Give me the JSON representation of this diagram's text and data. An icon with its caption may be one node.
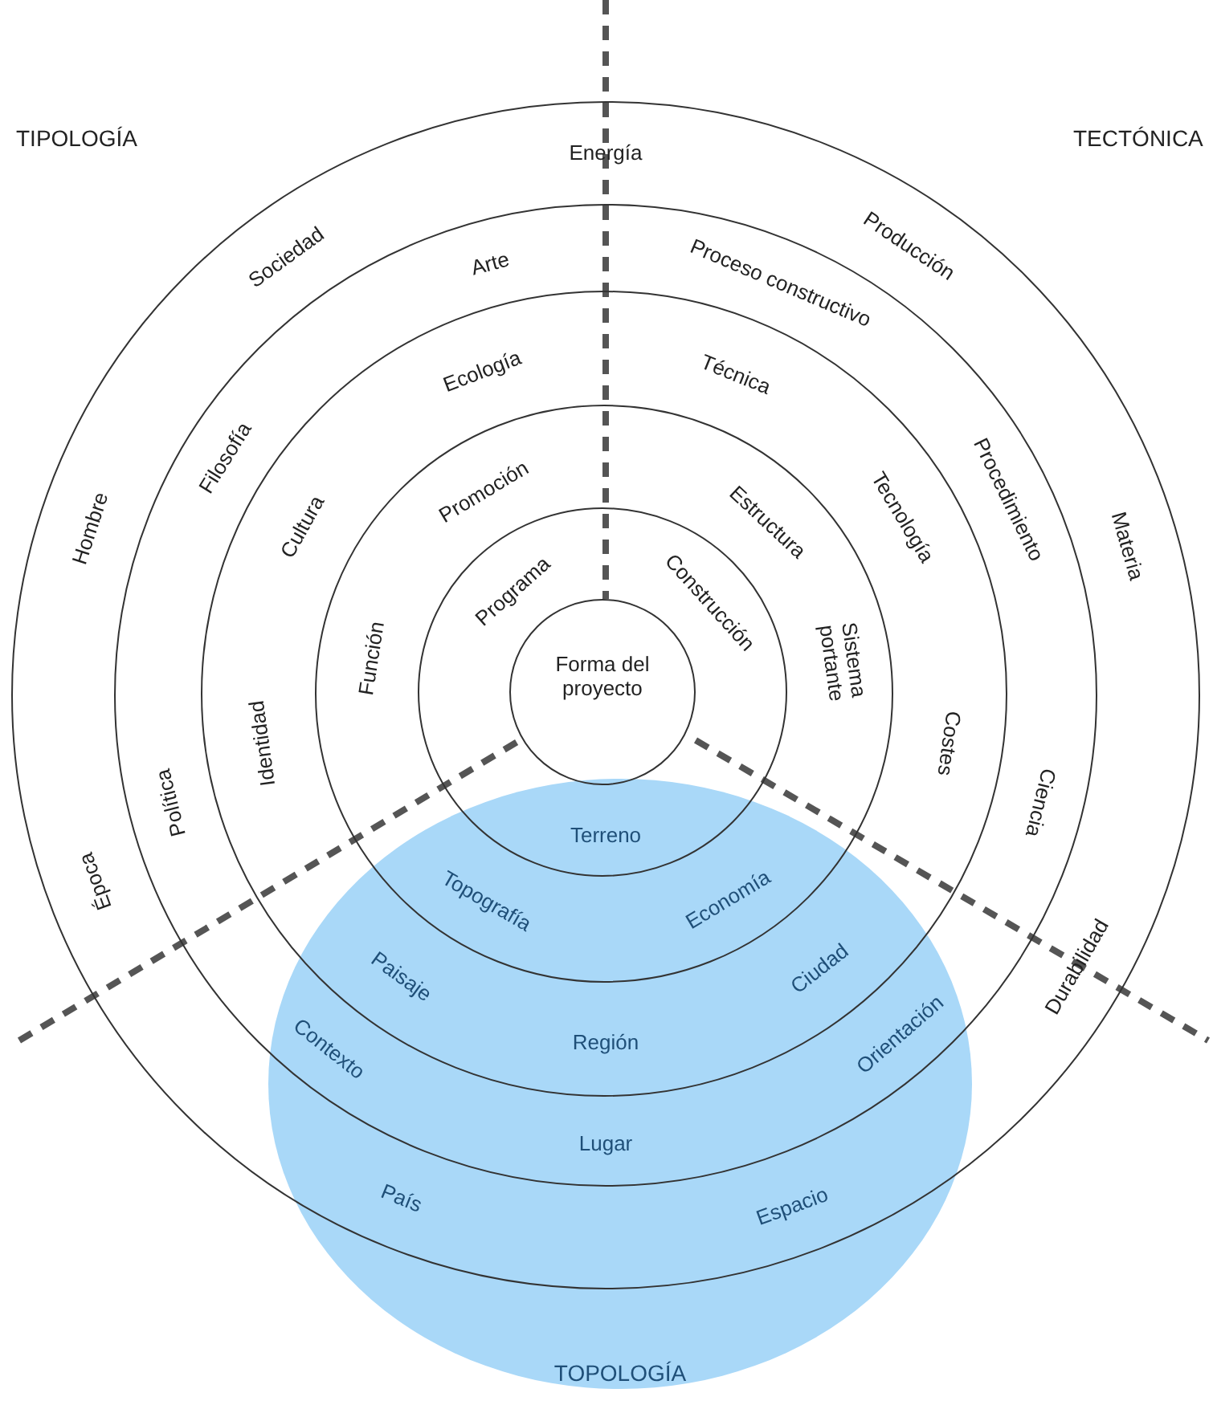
{
  "diagram": {
    "nodes": [
      {
        "text": [],
        "shape": "circle"
      },
      {
        "text": [],
        "shape": "circle",
        "in": 0
      },
      {
        "text": [],
        "shape": "circle",
        "in": 1
      },
      {
        "text": [],
        "shape": "circle",
        "in": 2
      },
      {
        "text": [],
        "shape": "circle",
        "in": 3
      },
      {
        "text": [
          "Forma del proyecto"
        ],
        "in": 4
      },
      {
        "text": [
          "TOPOLOGÍA"
        ]
      }
    ],
    "labels": [
      "TIPOLOGÍA",
      "TECTÓNICA",
      "Energía",
      "Producción",
      "Materia",
      "Durabilidad",
      "Espacio",
      "País",
      "Época",
      "Hombre",
      "Sociedad",
      "Proceso constructivo",
      "Procedimiento",
      "Ciencia",
      "Orientación",
      "Lugar",
      "Contexto",
      "Política",
      "Filosofía",
      "Arte",
      "Técnica",
      "Tecnología",
      "Costes",
      "Ciudad",
      "Región",
      "Paisaje",
      "Identidad",
      "Cultura",
      "Ecología",
      "Estructura",
      "Sistema portante",
      "Economía",
      "Topografía",
      "Función",
      "Promoción",
      "Construcción",
      "Terreno",
      "Programa"
    ]
  }
}
